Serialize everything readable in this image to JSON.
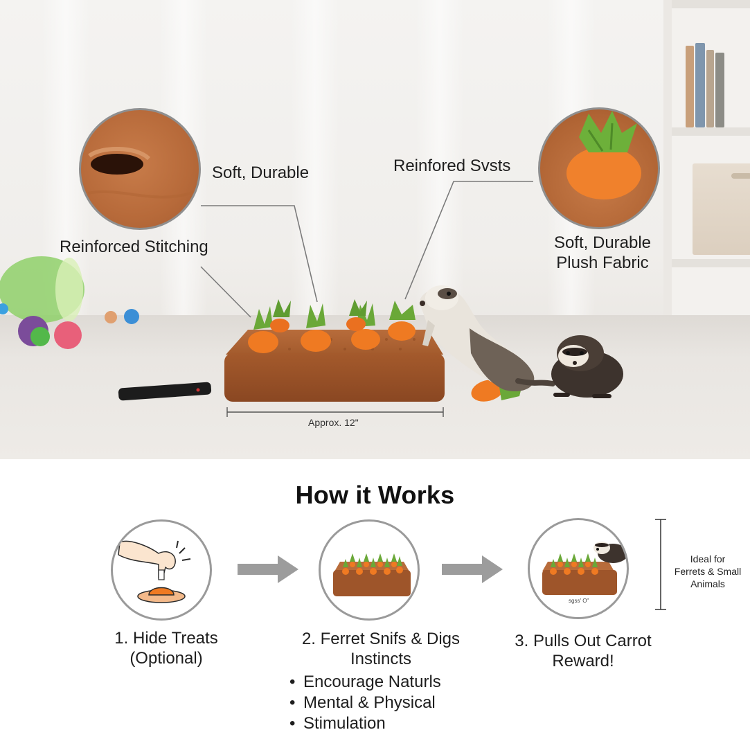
{
  "hero": {
    "callouts": {
      "top_left": "Soft, Durable",
      "left": "Reinforced Stitching",
      "top_right": "Reinfored Svsts",
      "right_line1": "Soft, Durable",
      "right_line2": "Plush Fabric"
    },
    "dimension": "Approx. 12\""
  },
  "how_it_works": {
    "title": "How it Works",
    "steps": [
      {
        "line1": "1. Hide Treats",
        "line2": "(Optional)"
      },
      {
        "line1": "2. Ferret Snifs & Digs",
        "line2": "Instincts"
      },
      {
        "line1": "3. Pulls Out Carrot",
        "line2": "Reward!"
      }
    ],
    "bullets": [
      "Encourage Naturls",
      "Mental & Physical",
      "Stimulation"
    ],
    "side_note": [
      "Ideal for",
      "Ferrets & Small",
      "Animals"
    ],
    "mini_label": "sgss' O\""
  },
  "colors": {
    "plush_brown": "#a55a2e",
    "carrot_orange": "#ef7a22",
    "leaf_green": "#6aa838",
    "arrow_gray": "#9c9c9c"
  },
  "icons": [
    "hand-icon",
    "arrow-right-icon",
    "snuffle-mat-icon",
    "ferret-icon",
    "carrot-icon"
  ]
}
